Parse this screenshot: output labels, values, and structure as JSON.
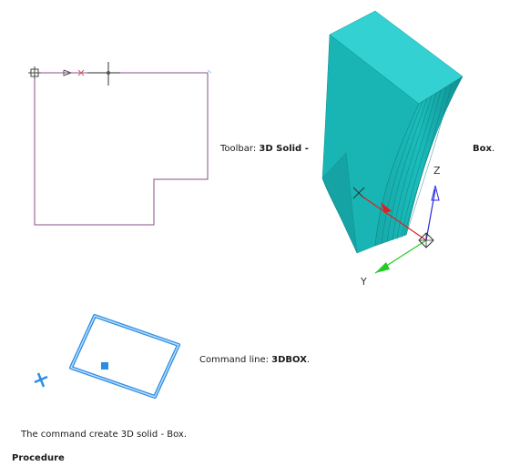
{
  "toolbar_line": {
    "prefix": "Toolbar: ",
    "bold": "3D Solid -",
    "suffix_bold": "Box",
    "suffix_end": "."
  },
  "command_line": {
    "prefix": "Command line: ",
    "bold": "3DBOX",
    "end": "."
  },
  "description": "The command create 3D solid - Box.",
  "heading": "Procedure",
  "axis_labels": {
    "z": "Z",
    "y": "Y"
  },
  "colors": {
    "outline": "#8a4f8a",
    "solid_top": "#33d1d1",
    "solid_side": "#19b4b4",
    "solid_dark": "#0f8f8f",
    "axis_x": "#e02020",
    "axis_y": "#22cc22",
    "axis_z": "#2a2ae0",
    "rect_blue": "#2a8de6",
    "cursor_blue": "#2a8de6"
  },
  "icons": [
    "cursor-crosshair-icon",
    "ucs-axes-icon",
    "pick-cursor-icon",
    "snap-marker-icon"
  ]
}
